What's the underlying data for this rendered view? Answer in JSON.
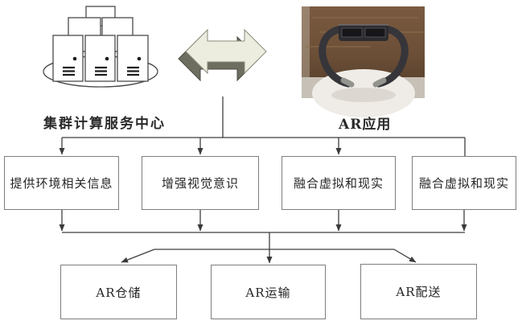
{
  "top_row": {
    "left_label": "集群计算服务中心",
    "right_label": "AR应用",
    "icons": {
      "server_cluster": "server-cluster-icon",
      "exchange_arrow": "double-headed-arrow-icon",
      "photo": "ar-smart-glasses-photo"
    }
  },
  "middle_row": {
    "boxes": [
      {
        "label": "提供环境相关信息"
      },
      {
        "label": "增强视觉意识"
      },
      {
        "label": "融合虚拟和现实"
      },
      {
        "label": "融合虚拟和现实"
      }
    ]
  },
  "bottom_row": {
    "boxes": [
      {
        "label": "AR仓储"
      },
      {
        "label": "AR运输"
      },
      {
        "label": "AR配送"
      }
    ]
  },
  "colors": {
    "line": "#3f3f3f",
    "box_border": "#7e7e7e",
    "text": "#262626",
    "arrow_face": "#eceddf",
    "arrow_side": "#6e6e60",
    "photo_wood": "#7a5b41",
    "photo_wood_dark": "#4e3a29",
    "photo_backdrop": "#c6c0b6",
    "photo_pedestal": "#efece7",
    "glasses_dark": "#35353a",
    "glasses_metal": "#94948f"
  }
}
